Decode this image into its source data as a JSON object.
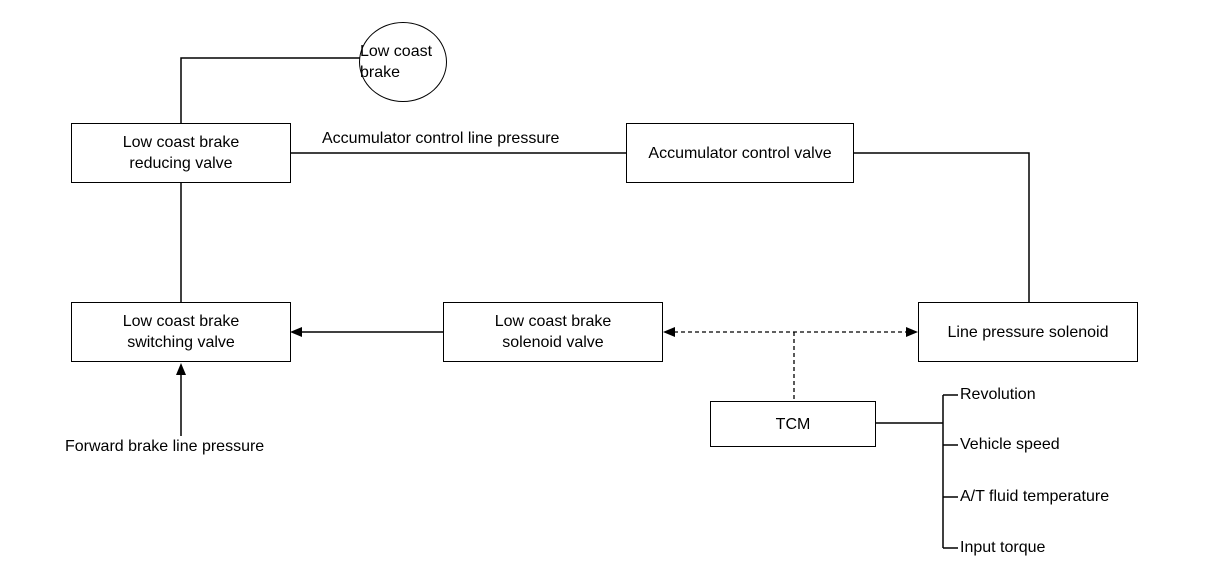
{
  "nodes": {
    "low_coast_brake": {
      "lines": [
        "Low coast",
        "brake"
      ]
    },
    "reducing_valve": {
      "lines": [
        "Low coast brake",
        "reducing valve"
      ]
    },
    "accumulator_control_valve": {
      "lines": [
        "Accumulator control valve"
      ]
    },
    "switching_valve": {
      "lines": [
        "Low coast brake",
        "switching valve"
      ]
    },
    "solenoid_valve": {
      "lines": [
        "Low coast brake",
        "solenoid valve"
      ]
    },
    "line_pressure_solenoid": {
      "lines": [
        "Line pressure solenoid"
      ]
    },
    "tcm": {
      "lines": [
        "TCM"
      ]
    }
  },
  "labels": {
    "accumulator_line": "Accumulator control line pressure",
    "forward_brake": "Forward brake line pressure"
  },
  "inputs": [
    "Revolution",
    "Vehicle speed",
    "A/T fluid temperature",
    "Input torque"
  ]
}
